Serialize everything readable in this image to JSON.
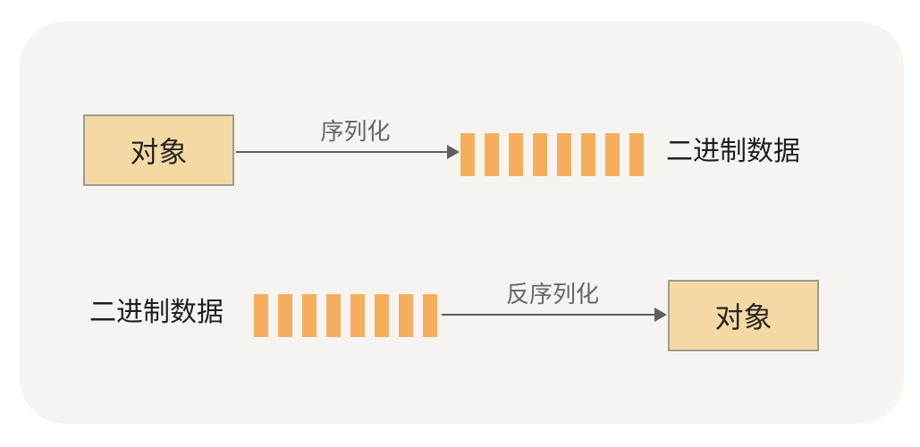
{
  "diagram": {
    "top_flow": {
      "box_label": "对象",
      "arrow_label": "序列化",
      "data_label": "二进制数据",
      "bars_count": 8
    },
    "bottom_flow": {
      "data_label": "二进制数据",
      "arrow_label": "反序列化",
      "box_label": "对象",
      "bars_count": 8
    },
    "colors": {
      "card_bg": "#f5f4f1",
      "box_fill": "#f5d9a4",
      "box_border": "#9e9a94",
      "bar_fill": "#f7ae5c",
      "arrow": "#5f5f5f",
      "arrow_label_text": "#666666",
      "text": "#1e1e1e"
    }
  }
}
